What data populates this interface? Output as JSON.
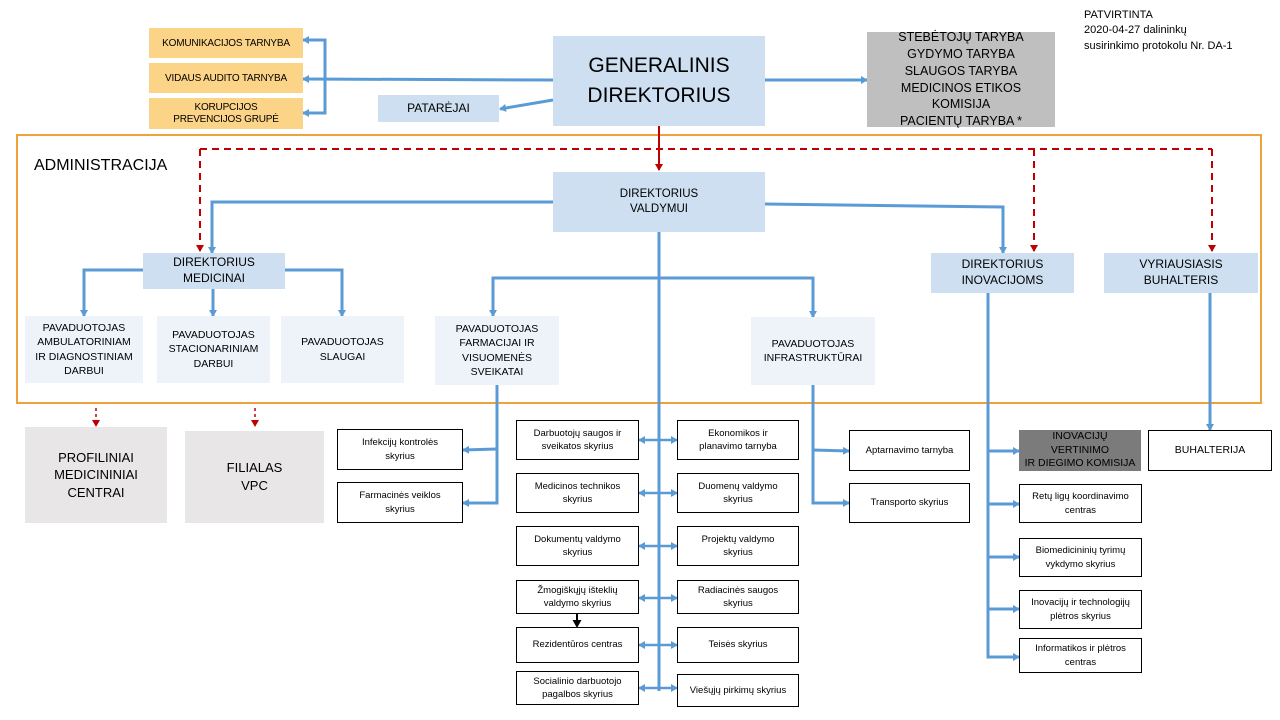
{
  "approval": {
    "line1": "PATVIRTINTA",
    "line2": "2020-04-27 dalininkų",
    "line3": "susirinkimo protokolu Nr. DA-1"
  },
  "top": {
    "general_director": "GENERALINIS\nDIREKTORIUS",
    "patarejai": "PATARĖJAI",
    "komunikacijos": "KOMUNIKACIJOS TARNYBA",
    "vidaus_audito": "VIDAUS AUDITO TARNYBA",
    "korupcijos": "KORUPCIJOS\nPREVENCIJOS GRUPĖ",
    "councils": "STEBĖTOJŲ TARYBA\nGYDYMO TARYBA\nSLAUGOS TARYBA\nMEDICINOS ETIKOS KOMISIJA\nPACIENTŲ TARYBA *"
  },
  "admin": {
    "label": "ADMINISTRACIJA",
    "director_management": "DIREKTORIUS\nVALDYMUI",
    "director_medicine": "DIREKTORIUS\nMEDICINAI",
    "director_innovation": "DIREKTORIUS\nINOVACIJOMS",
    "chief_accountant": "VYRIAUSIASIS\nBUHALTERIS",
    "deputy_ambulatory": "PAVADUOTOJAS\nAMBULATORINIAM\nIR DIAGNOSTINIAM\nDARBUI",
    "deputy_inpatient": "PAVADUOTOJAS\nSTACIONARINIAM\nDARBUI",
    "deputy_nursing": "PAVADUOTOJAS\nSLAUGAI",
    "deputy_pharmacy": "PAVADUOTOJAS\nFARMACIJAI IR\nVISUOMENĖS\nSVEIKATAI",
    "deputy_infrastructure": "PAVADUOTOJAS\nINFRASTRUKTŪRAI"
  },
  "bottom": {
    "profiliniai": "PROFILINIAI\nMEDICININIAI\nCENTRAI",
    "filialas": "FILIALAS\nVPC",
    "infekciju": "Infekcijų kontrolės\nskyrius",
    "farmacines": "Farmacinės veiklos\nskyrius",
    "darbuotoju": "Darbuotojų saugos ir\nsveikatos skyrius",
    "medicinos_technikos": "Medicinos technikos\nskyrius",
    "dokumentu": "Dokumentų valdymo\nskyrius",
    "zmogiskuju": "Žmogiškųjų išteklių\nvaldymo skyrius",
    "rezidenturos": "Rezidentūros centras",
    "socialinio": "Socialinio darbuotojo\npagalbos skyrius",
    "ekonomikos": "Ekonomikos ir\nplanavimo tarnyba",
    "duomenu": "Duomenų valdymo\nskyrius",
    "projektu": "Projektų valdymo\nskyrius",
    "radiacines": "Radiacinės saugos\nskyrius",
    "teises": "Teisės skyrius",
    "viesuju": "Viešųjų pirkimų skyrius",
    "aptarnavimo": "Aptarnavimo tarnyba",
    "transporto": "Transporto skyrius",
    "inovaciju_komisija": "INOVACIJŲ VERTINIMO\nIR DIEGIMO KOMISIJA",
    "retu_ligu": "Retų ligų koordinavimo\ncentras",
    "biomedicininiu": "Biomedicininių tyrimų\nvykdymo skyrius",
    "inovaciju_technologiju": "Inovacijų ir technologijų\nplėtros skyrius",
    "informatikos": "Informatikos ir plėtros\ncentras",
    "buhalterija": "BUHALTERIJA"
  }
}
